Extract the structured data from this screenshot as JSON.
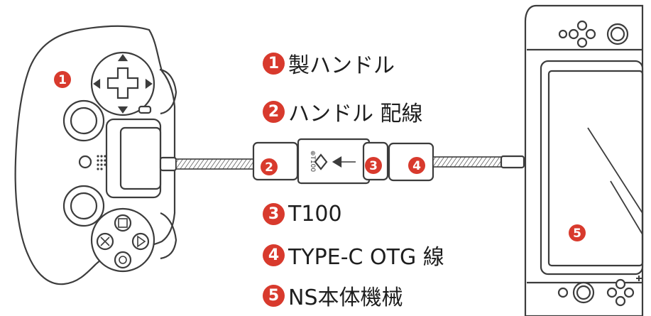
{
  "accent": "#d83a2d",
  "legend": [
    {
      "num": "1",
      "text": "製ハンドル"
    },
    {
      "num": "2",
      "text": "ハンドル 配線"
    },
    {
      "num": "3",
      "text": "T100"
    },
    {
      "num": "4",
      "text": "TYPE-C OTG 線"
    },
    {
      "num": "5",
      "text": "NS本体機械"
    }
  ],
  "markers": {
    "controller": "1",
    "cable_left": "2",
    "adapter": "3",
    "cable_right": "4",
    "console": "5"
  },
  "adapter_label": "⊕T100",
  "icons": [
    "gamepad-controller-icon",
    "usb-adapter-icon",
    "switch-console-icon"
  ]
}
